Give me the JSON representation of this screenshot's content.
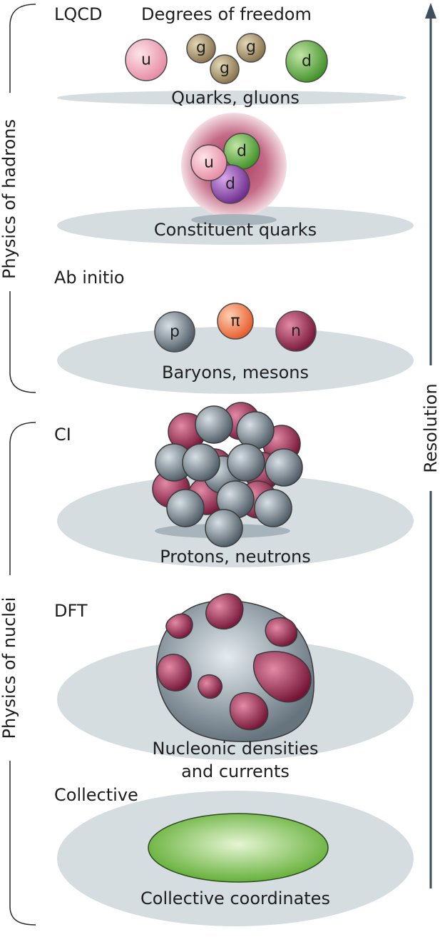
{
  "header": {
    "method": "LQCD",
    "title": "Degrees of freedom"
  },
  "levels": [
    {
      "method": "",
      "caption": "Quarks, gluons"
    },
    {
      "method": "",
      "caption": "Constituent quarks"
    },
    {
      "method": "Ab initio",
      "caption": "Baryons, mesons"
    },
    {
      "method": "CI",
      "caption": "Protons, neutrons"
    },
    {
      "method": "DFT",
      "caption_line1": "Nucleonic densities",
      "caption_line2": "and currents"
    },
    {
      "method": "Collective",
      "caption": "Collective coordinates"
    }
  ],
  "particles": {
    "up": "u",
    "down": "d",
    "gluon": "g",
    "proton": "p",
    "pion": "π",
    "neutron": "n"
  },
  "brackets": {
    "hadrons": "Physics of hadrons",
    "nuclei": "Physics of nuclei"
  },
  "arrow": {
    "label": "Resolution"
  },
  "colors": {
    "disc": "#d5dde1",
    "quark_u": "#f0a6b8",
    "quark_d": "#5fae3e",
    "quark_d_purple": "#8c44a8",
    "gluon": "#a08c66",
    "proton": "#65737d",
    "pion": "#f07848",
    "neutron": "#8c1d44",
    "collective": "#6aba3a",
    "arrow": "#3d4f5c"
  }
}
